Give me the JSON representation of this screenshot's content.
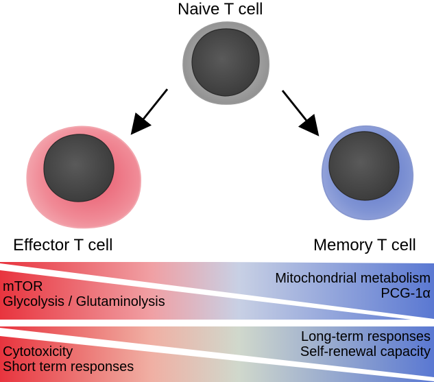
{
  "cells": {
    "naive": {
      "label": "Naive T cell",
      "color": "#9a9a9a"
    },
    "effector": {
      "label": "Effector T cell",
      "color": "#f07a88"
    },
    "memory": {
      "label": "Memory T cell",
      "color": "#7288cc"
    }
  },
  "bands": {
    "metabolism": {
      "left_lines": [
        "mTOR",
        "Glycolysis / Glutaminolysis"
      ],
      "right_lines": [
        "Mitochondrial metabolism",
        "PCG-1α"
      ]
    },
    "function": {
      "left_lines": [
        "Cytotoxicity",
        "Short term responses"
      ],
      "right_lines": [
        "Long-term responses",
        "Self-renewal capacity"
      ]
    }
  },
  "colors": {
    "red": "#e8343e",
    "blue": "#5a78d2",
    "nucleus": "#555555"
  }
}
